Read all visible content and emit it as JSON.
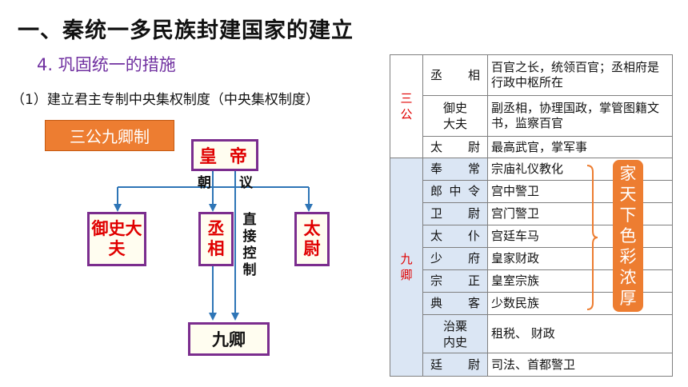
{
  "header": {
    "title": "一、秦统一多民族封建国家的建立",
    "subtitle": "4. 巩固统一的措施",
    "description": "（1）建立君主专制中央集权制度（中央集权制度）"
  },
  "diagram": {
    "badge": "三公九卿制",
    "emperor": "皇 帝",
    "court_left": "朝",
    "court_right": "议",
    "yushi": "御史大夫",
    "chengxiang": "丞相",
    "taiwei": "太尉",
    "direct_control": "直接控制",
    "jiuqing": "九卿",
    "line_color": "#2e75b6",
    "box_border": "#7b2d8e",
    "text_red": "#e00000"
  },
  "table": {
    "sangong_label": "三公",
    "jiuqing_label": "九卿",
    "sangong_rows": [
      {
        "office": "丞　　相",
        "duty": "百官之长，统领百官；丞相府是行政中枢所在"
      },
      {
        "office": "御史大夫",
        "duty": "副丞相，协理国政，掌管图籍文书，监察百官"
      },
      {
        "office": "太　　尉",
        "duty": "最高武官，掌军事"
      }
    ],
    "jiuqing_rows": [
      {
        "office": "奉　　常",
        "duty": "宗庙礼仪教化"
      },
      {
        "office": "郎 中 令",
        "duty": "宫中警卫"
      },
      {
        "office": "卫　　尉",
        "duty": "宫门警卫"
      },
      {
        "office": "太　　仆",
        "duty": "宫廷车马"
      },
      {
        "office": "少　　府",
        "duty": "皇家财政"
      },
      {
        "office": "宗　　正",
        "duty": "皇室宗族"
      },
      {
        "office": "典　　客",
        "duty": "少数民族"
      },
      {
        "office": "治粟内史",
        "duty": "租税、 财政"
      },
      {
        "office": "廷　　尉",
        "duty": "司法、首都警卫"
      }
    ],
    "side_note": "家天下色彩浓厚"
  }
}
